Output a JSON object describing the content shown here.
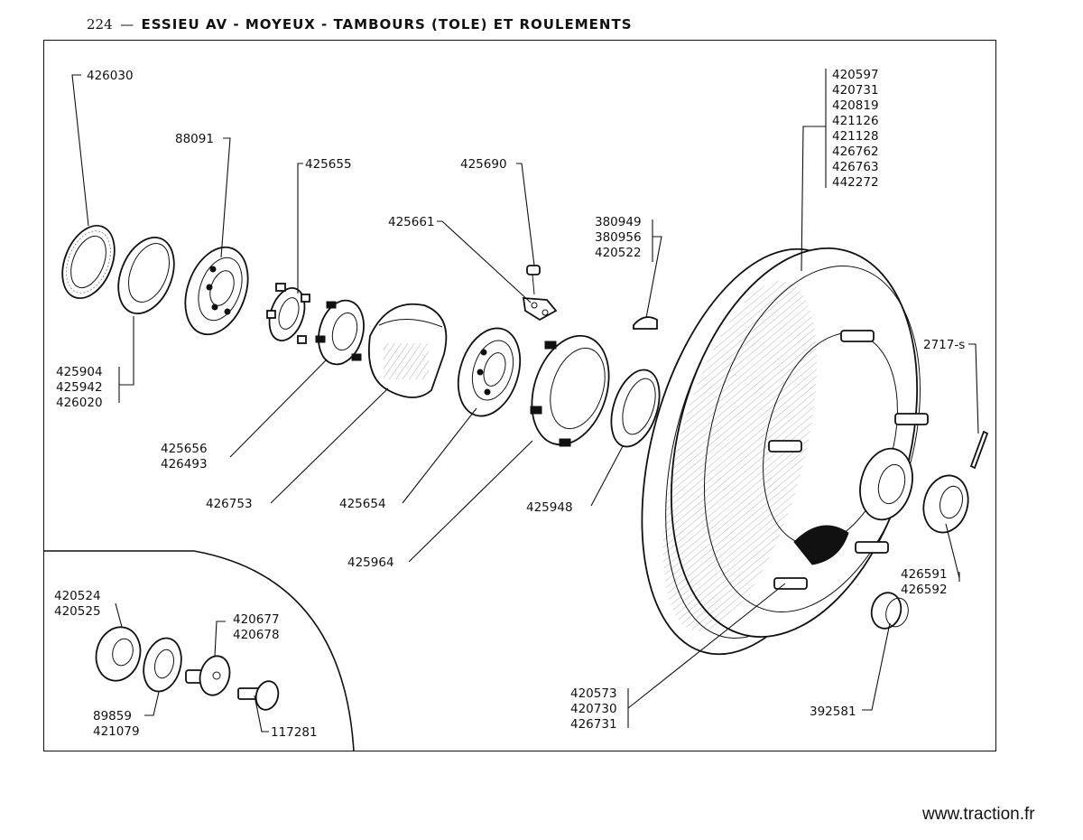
{
  "header": {
    "page_number": "224",
    "dash": "—",
    "title": "ESSIEU AV - MOYEUX - TAMBOURS (TOLE) ET ROULEMENTS"
  },
  "callouts": [
    {
      "id": "c-426030",
      "lines": [
        "426030"
      ]
    },
    {
      "id": "c-88091",
      "lines": [
        "88091"
      ]
    },
    {
      "id": "c-425655",
      "lines": [
        "425655"
      ]
    },
    {
      "id": "c-425690",
      "lines": [
        "425690"
      ]
    },
    {
      "id": "c-425661",
      "lines": [
        "425661"
      ]
    },
    {
      "id": "c-380949",
      "lines": [
        "380949",
        "380956",
        "420522"
      ]
    },
    {
      "id": "c-420597",
      "lines": [
        "420597",
        "420731",
        "420819",
        "421126",
        "421128",
        "426762",
        "426763",
        "442272"
      ]
    },
    {
      "id": "c-2717",
      "lines": [
        "2717-s"
      ]
    },
    {
      "id": "c-425904",
      "lines": [
        "425904",
        "425942",
        "426020"
      ]
    },
    {
      "id": "c-425656",
      "lines": [
        "425656",
        "426493"
      ]
    },
    {
      "id": "c-426753",
      "lines": [
        "426753"
      ]
    },
    {
      "id": "c-425654",
      "lines": [
        "425654"
      ]
    },
    {
      "id": "c-425948",
      "lines": [
        "425948"
      ]
    },
    {
      "id": "c-425964",
      "lines": [
        "425964"
      ]
    },
    {
      "id": "c-426591",
      "lines": [
        "426591",
        "426592"
      ]
    },
    {
      "id": "c-420573",
      "lines": [
        "420573",
        "420730",
        "426731"
      ]
    },
    {
      "id": "c-392581",
      "lines": [
        "392581"
      ]
    },
    {
      "id": "c-420524",
      "lines": [
        "420524",
        "420525"
      ]
    },
    {
      "id": "c-420677",
      "lines": [
        "420677",
        "420678"
      ]
    },
    {
      "id": "c-89859",
      "lines": [
        "89859",
        "421079"
      ]
    },
    {
      "id": "c-117281",
      "lines": [
        "117281"
      ]
    }
  ],
  "footer": {
    "watermark": "www.traction.fr"
  }
}
